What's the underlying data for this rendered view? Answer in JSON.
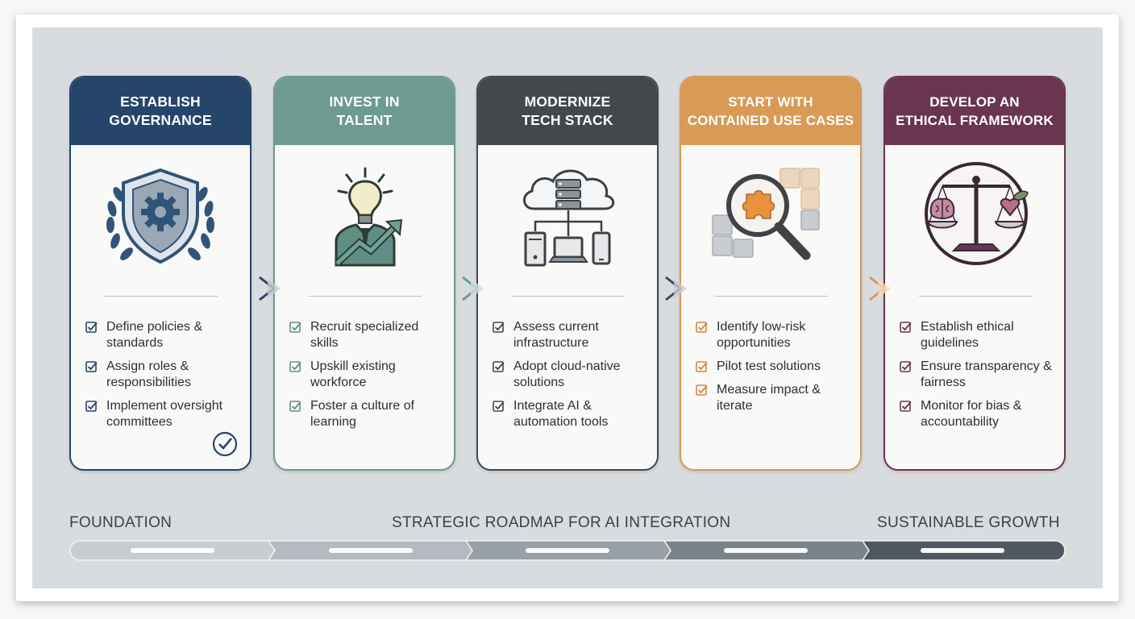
{
  "colors": {
    "governance": "#25456a",
    "talent": "#6d9a91",
    "tech": "#43484d",
    "usecases": "#d89a55",
    "ethics": "#6a3550"
  },
  "cards": [
    {
      "key": "governance",
      "title_line1": "ESTABLISH",
      "title_line2": "GOVERNANCE",
      "icon": "shield-gear-laurel-icon",
      "items": [
        "Define policies & standards",
        "Assign roles & responsibilities",
        "Implement oversight committees"
      ]
    },
    {
      "key": "talent",
      "title_line1": "INVEST IN",
      "title_line2": "TALENT",
      "icon": "lightbulb-person-growth-icon",
      "items": [
        "Recruit specialized skills",
        "Upskill existing workforce",
        "Foster a culture of learning"
      ]
    },
    {
      "key": "tech",
      "title_line1": "MODERNIZE",
      "title_line2": "TECH STACK",
      "icon": "cloud-server-devices-icon",
      "items": [
        "Assess current infrastructure",
        "Adopt cloud-native solutions",
        "Integrate AI & automation tools"
      ]
    },
    {
      "key": "usecases",
      "title_line1": "START WITH",
      "title_line2": "CONTAINED USE CASES",
      "icon": "magnifier-puzzle-icon",
      "items": [
        "Identify low-risk opportunities",
        "Pilot test solutions",
        "Measure impact & iterate"
      ]
    },
    {
      "key": "ethics",
      "title_line1": "DEVELOP AN",
      "title_line2": "ETHICAL FRAMEWORK",
      "icon": "balance-scale-brain-heart-icon",
      "items": [
        "Establish ethical guidelines",
        "Ensure transparency & fairness",
        "Monitor for bias & accountability"
      ]
    }
  ],
  "roadmap": {
    "start_label": "FOUNDATION",
    "center_label": "STRATEGIC ROADMAP FOR AI INTEGRATION",
    "end_label": "SUSTAINABLE GROWTH",
    "segment_colors": [
      "#c9cdd1",
      "#b4babf",
      "#98a0a6",
      "#7a8389",
      "#4f5860"
    ]
  }
}
